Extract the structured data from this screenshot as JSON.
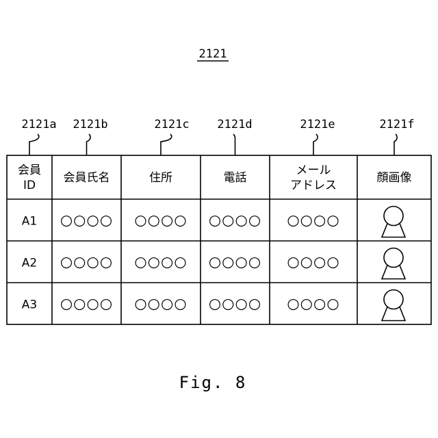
{
  "figure": {
    "number": "2121",
    "caption": "Fig. 8"
  },
  "columns": [
    {
      "ref": "2121a",
      "header": [
        "会員",
        "ID"
      ]
    },
    {
      "ref": "2121b",
      "header": [
        "会員氏名"
      ]
    },
    {
      "ref": "2121c",
      "header": [
        "住所"
      ]
    },
    {
      "ref": "2121d",
      "header": [
        "電話"
      ]
    },
    {
      "ref": "2121e",
      "header": [
        "メール",
        "アドレス"
      ]
    },
    {
      "ref": "2121f",
      "header": [
        "顔画像"
      ]
    }
  ],
  "rows": [
    {
      "id": "A1",
      "name": "○○○○",
      "address": "○○○○",
      "phone": "○○○○",
      "email": "○○○○",
      "face_icon": "person-icon"
    },
    {
      "id": "A2",
      "name": "○○○○",
      "address": "○○○○",
      "phone": "○○○○",
      "email": "○○○○",
      "face_icon": "person-icon"
    },
    {
      "id": "A3",
      "name": "○○○○",
      "address": "○○○○",
      "phone": "○○○○",
      "email": "○○○○",
      "face_icon": "person-icon"
    }
  ]
}
